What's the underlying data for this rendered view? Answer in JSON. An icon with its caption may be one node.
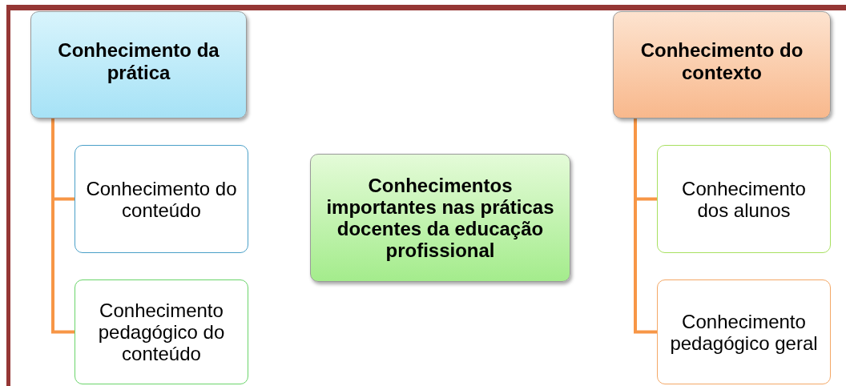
{
  "diagram": {
    "nodes": [
      {
        "text": [
          "Conhecimento da prática"
        ]
      },
      {
        "text": [
          "Conhecimento do conteúdo"
        ]
      },
      {
        "text": [
          "Conhecimento pedagógico do conteúdo"
        ]
      },
      {
        "text": [
          "Conhecimentos importantes nas práticas docentes da educação profissional"
        ]
      },
      {
        "text": [
          "Conhecimento do contexto"
        ]
      },
      {
        "text": [
          "Conhecimento dos alunos"
        ]
      },
      {
        "text": [
          "Conhecimento pedagógico geral"
        ]
      }
    ],
    "edges": [
      {
        "from": 0,
        "to": 1,
        "arrow": "none"
      },
      {
        "from": 0,
        "to": 2,
        "arrow": "none"
      },
      {
        "from": 4,
        "to": 5,
        "arrow": "none"
      },
      {
        "from": 4,
        "to": 6,
        "arrow": "none"
      }
    ]
  }
}
